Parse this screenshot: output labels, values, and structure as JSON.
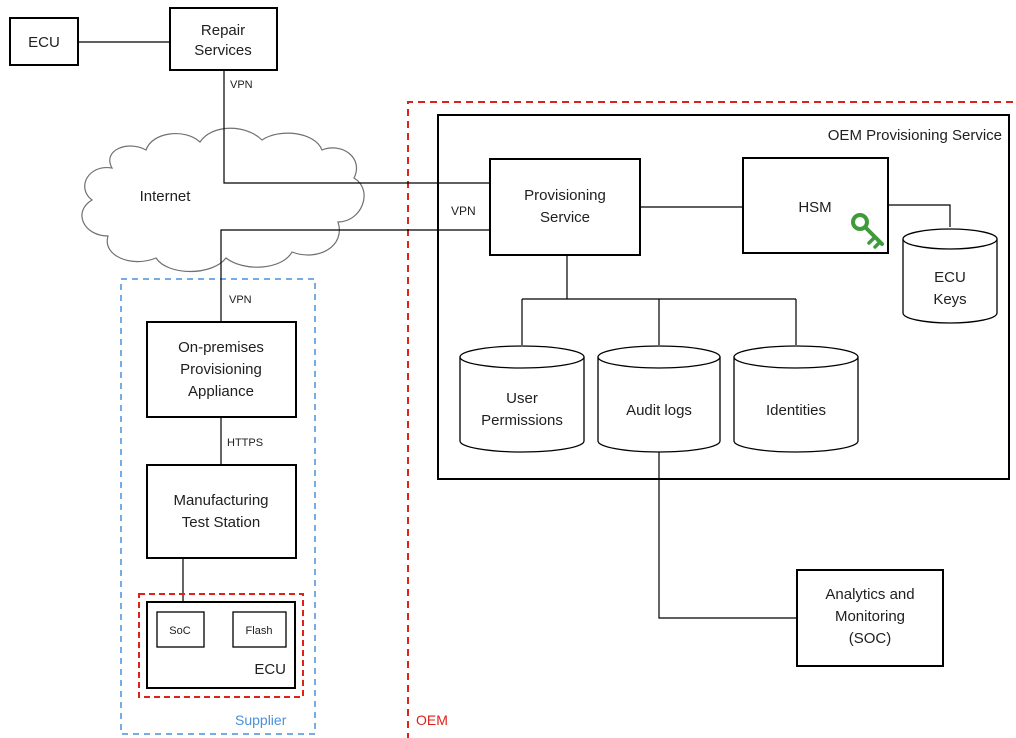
{
  "nodes": {
    "ecu_top": "ECU",
    "repair_line1": "Repair",
    "repair_line2": "Services",
    "internet": "Internet",
    "oem_provisioning_service": "OEM Provisioning Service",
    "provisioning_line1": "Provisioning",
    "provisioning_line2": "Service",
    "hsm": "HSM",
    "ecu_keys_line1": "ECU",
    "ecu_keys_line2": "Keys",
    "user_perm_line1": "User",
    "user_perm_line2": "Permissions",
    "audit_logs": "Audit logs",
    "identities": "Identities",
    "onprem_line1": "On-premises",
    "onprem_line2": "Provisioning",
    "onprem_line3": "Appliance",
    "mts_line1": "Manufacturing",
    "mts_line2": "Test Station",
    "soc": "SoC",
    "flash": "Flash",
    "ecu_bottom": "ECU",
    "analytics_line1": "Analytics and",
    "analytics_line2": "Monitoring",
    "analytics_line3": "(SOC)"
  },
  "links": {
    "vpn_repair": "VPN",
    "vpn_oem": "VPN",
    "vpn_supplier": "VPN",
    "https": "HTTPS"
  },
  "zones": {
    "supplier": "Supplier",
    "oem": "OEM"
  },
  "icons": {
    "key": "key-icon"
  },
  "colors": {
    "oem_boundary": "#e0201b",
    "supplier_boundary": "#4a90d9",
    "supplier_label": "#4a90d9",
    "oem_label": "#e0201b",
    "key": "#3f9b3a"
  }
}
